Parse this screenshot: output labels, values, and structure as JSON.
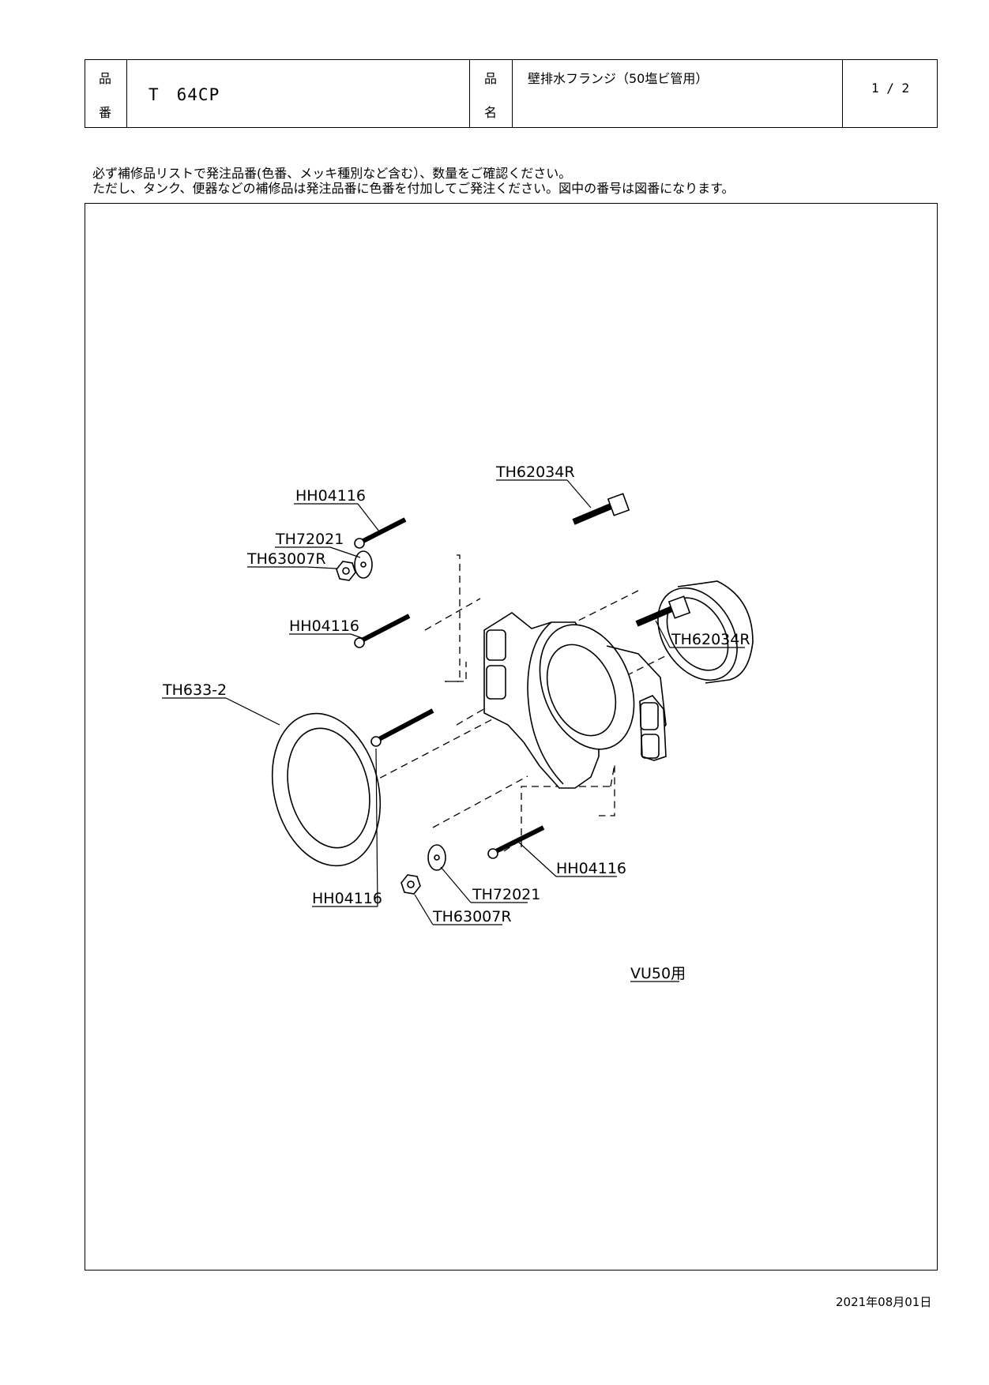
{
  "header": {
    "part_no_label_1": "品",
    "part_no_label_2": "番",
    "part_no": "T　64CP",
    "part_name_label_1": "品",
    "part_name_label_2": "名",
    "part_name": "壁排水フランジ（50塩ビ管用）",
    "page": "1 / 2"
  },
  "notice": {
    "line1": "必ず補修品リストで発注品番(色番、メッキ種別など含む）、数量をご確認ください。",
    "line2": "ただし、タンク、便器などの補修品は発注品番に色番を付加してご発注ください。図中の番号は図番になります。"
  },
  "drawing": {
    "labels": {
      "screw_top": "HH04116",
      "washer_top": "TH72021",
      "nut_top": "TH63007R",
      "screw_mid": "HH04116",
      "bolt_top": "TH62034R",
      "bolt_right": "TH62034R",
      "gasket": "TH633-2",
      "screw_bottom_left": "HH04116",
      "washer_bottom": "TH72021",
      "screw_bottom_right": "HH04116",
      "nut_bottom": "TH63007R"
    },
    "note": "VU50用"
  },
  "footer": {
    "date": "2021年08月01日"
  }
}
